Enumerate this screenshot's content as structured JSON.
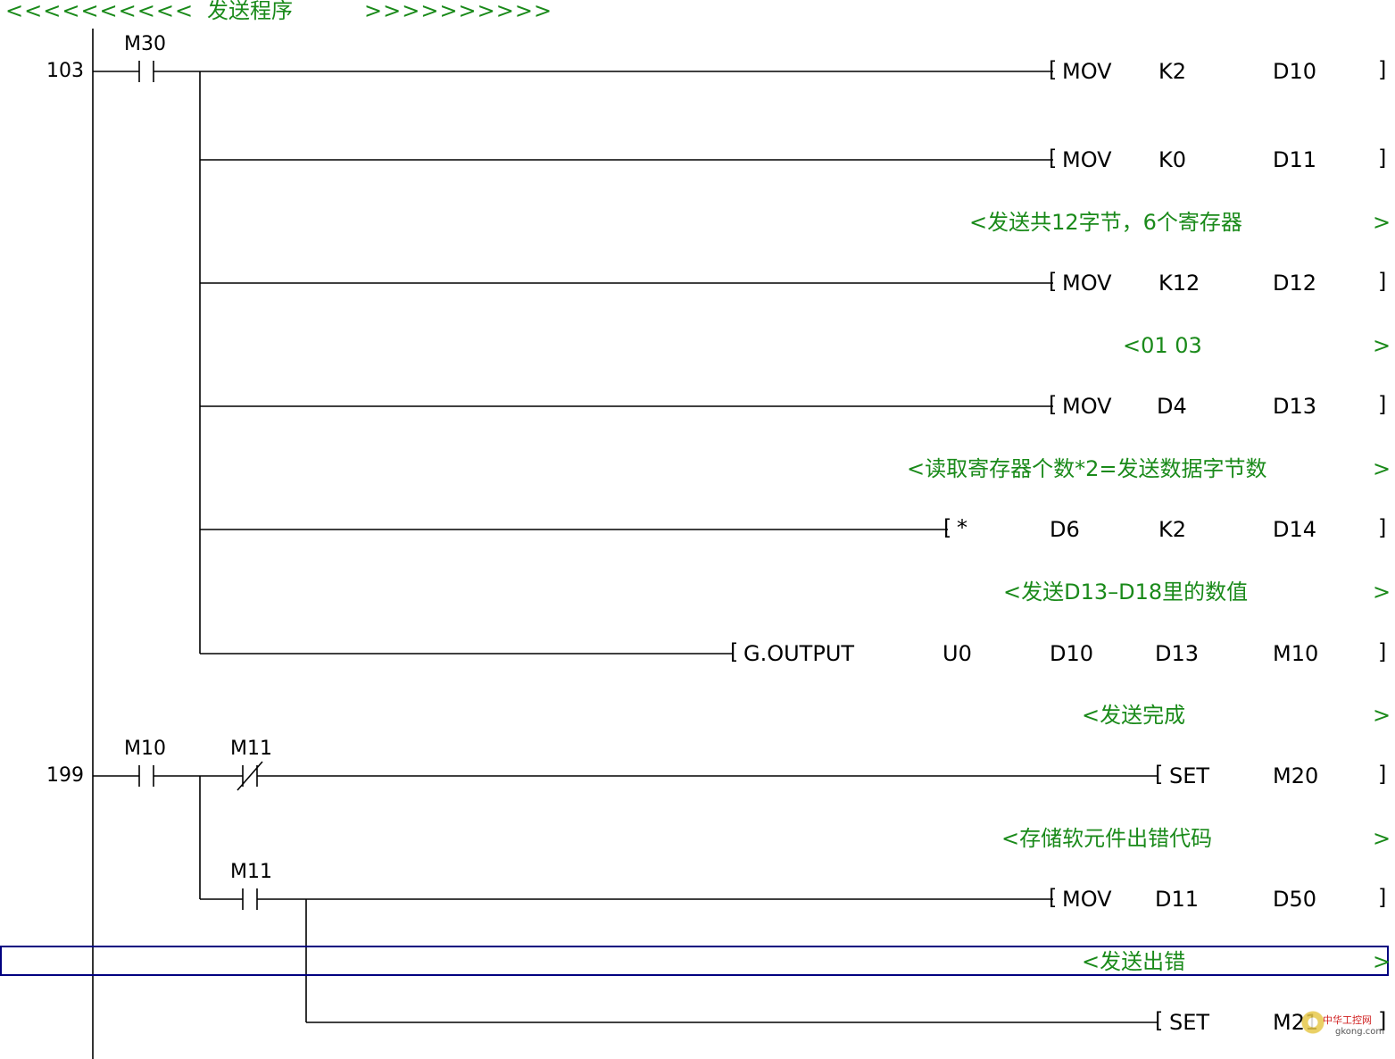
{
  "header": {
    "left_arrows": "<<<<<<<<<<",
    "title": "发送程序",
    "right_arrows": ">>>>>>>>>>"
  },
  "rungs": [
    {
      "step": "103",
      "contact": "M30",
      "instructions": [
        {
          "op": "MOV",
          "args": [
            "K2",
            "D10"
          ]
        },
        {
          "op": "MOV",
          "args": [
            "K0",
            "D11"
          ]
        },
        {
          "comment": "<发送共12字节，6个寄存器"
        },
        {
          "op": "MOV",
          "args": [
            "K12",
            "D12"
          ]
        },
        {
          "comment": "<01 03"
        },
        {
          "op": "MOV",
          "args": [
            "D4",
            "D13"
          ]
        },
        {
          "comment": "<读取寄存器个数*2=发送数据字节数"
        },
        {
          "op": "*",
          "args": [
            "D6",
            "K2",
            "D14"
          ]
        },
        {
          "comment": "<发送D13–D18里的数值"
        },
        {
          "op": "G.OUTPUT",
          "args": [
            "U0",
            "D10",
            "D13",
            "M10"
          ]
        }
      ]
    },
    {
      "step": "199",
      "contact": "M10",
      "nc_contact": "M11",
      "branch_contact": "M11",
      "instructions": [
        {
          "comment": "<发送完成"
        },
        {
          "op": "SET",
          "args": [
            "M20"
          ]
        },
        {
          "comment": "<存储软元件出错代码"
        },
        {
          "op": "MOV",
          "args": [
            "D11",
            "D50"
          ]
        },
        {
          "comment": "<发送出错"
        },
        {
          "op": "SET",
          "args": [
            "M21"
          ]
        }
      ]
    }
  ],
  "comment_end": ">",
  "bracket_open": "[",
  "bracket_close": "]",
  "watermark": {
    "line1": "中华工控网",
    "line2": "gkong.com"
  },
  "colors": {
    "wire": "#000000",
    "comment": "#1a8a1a",
    "selection": "#000080",
    "background": "#ffffff"
  }
}
